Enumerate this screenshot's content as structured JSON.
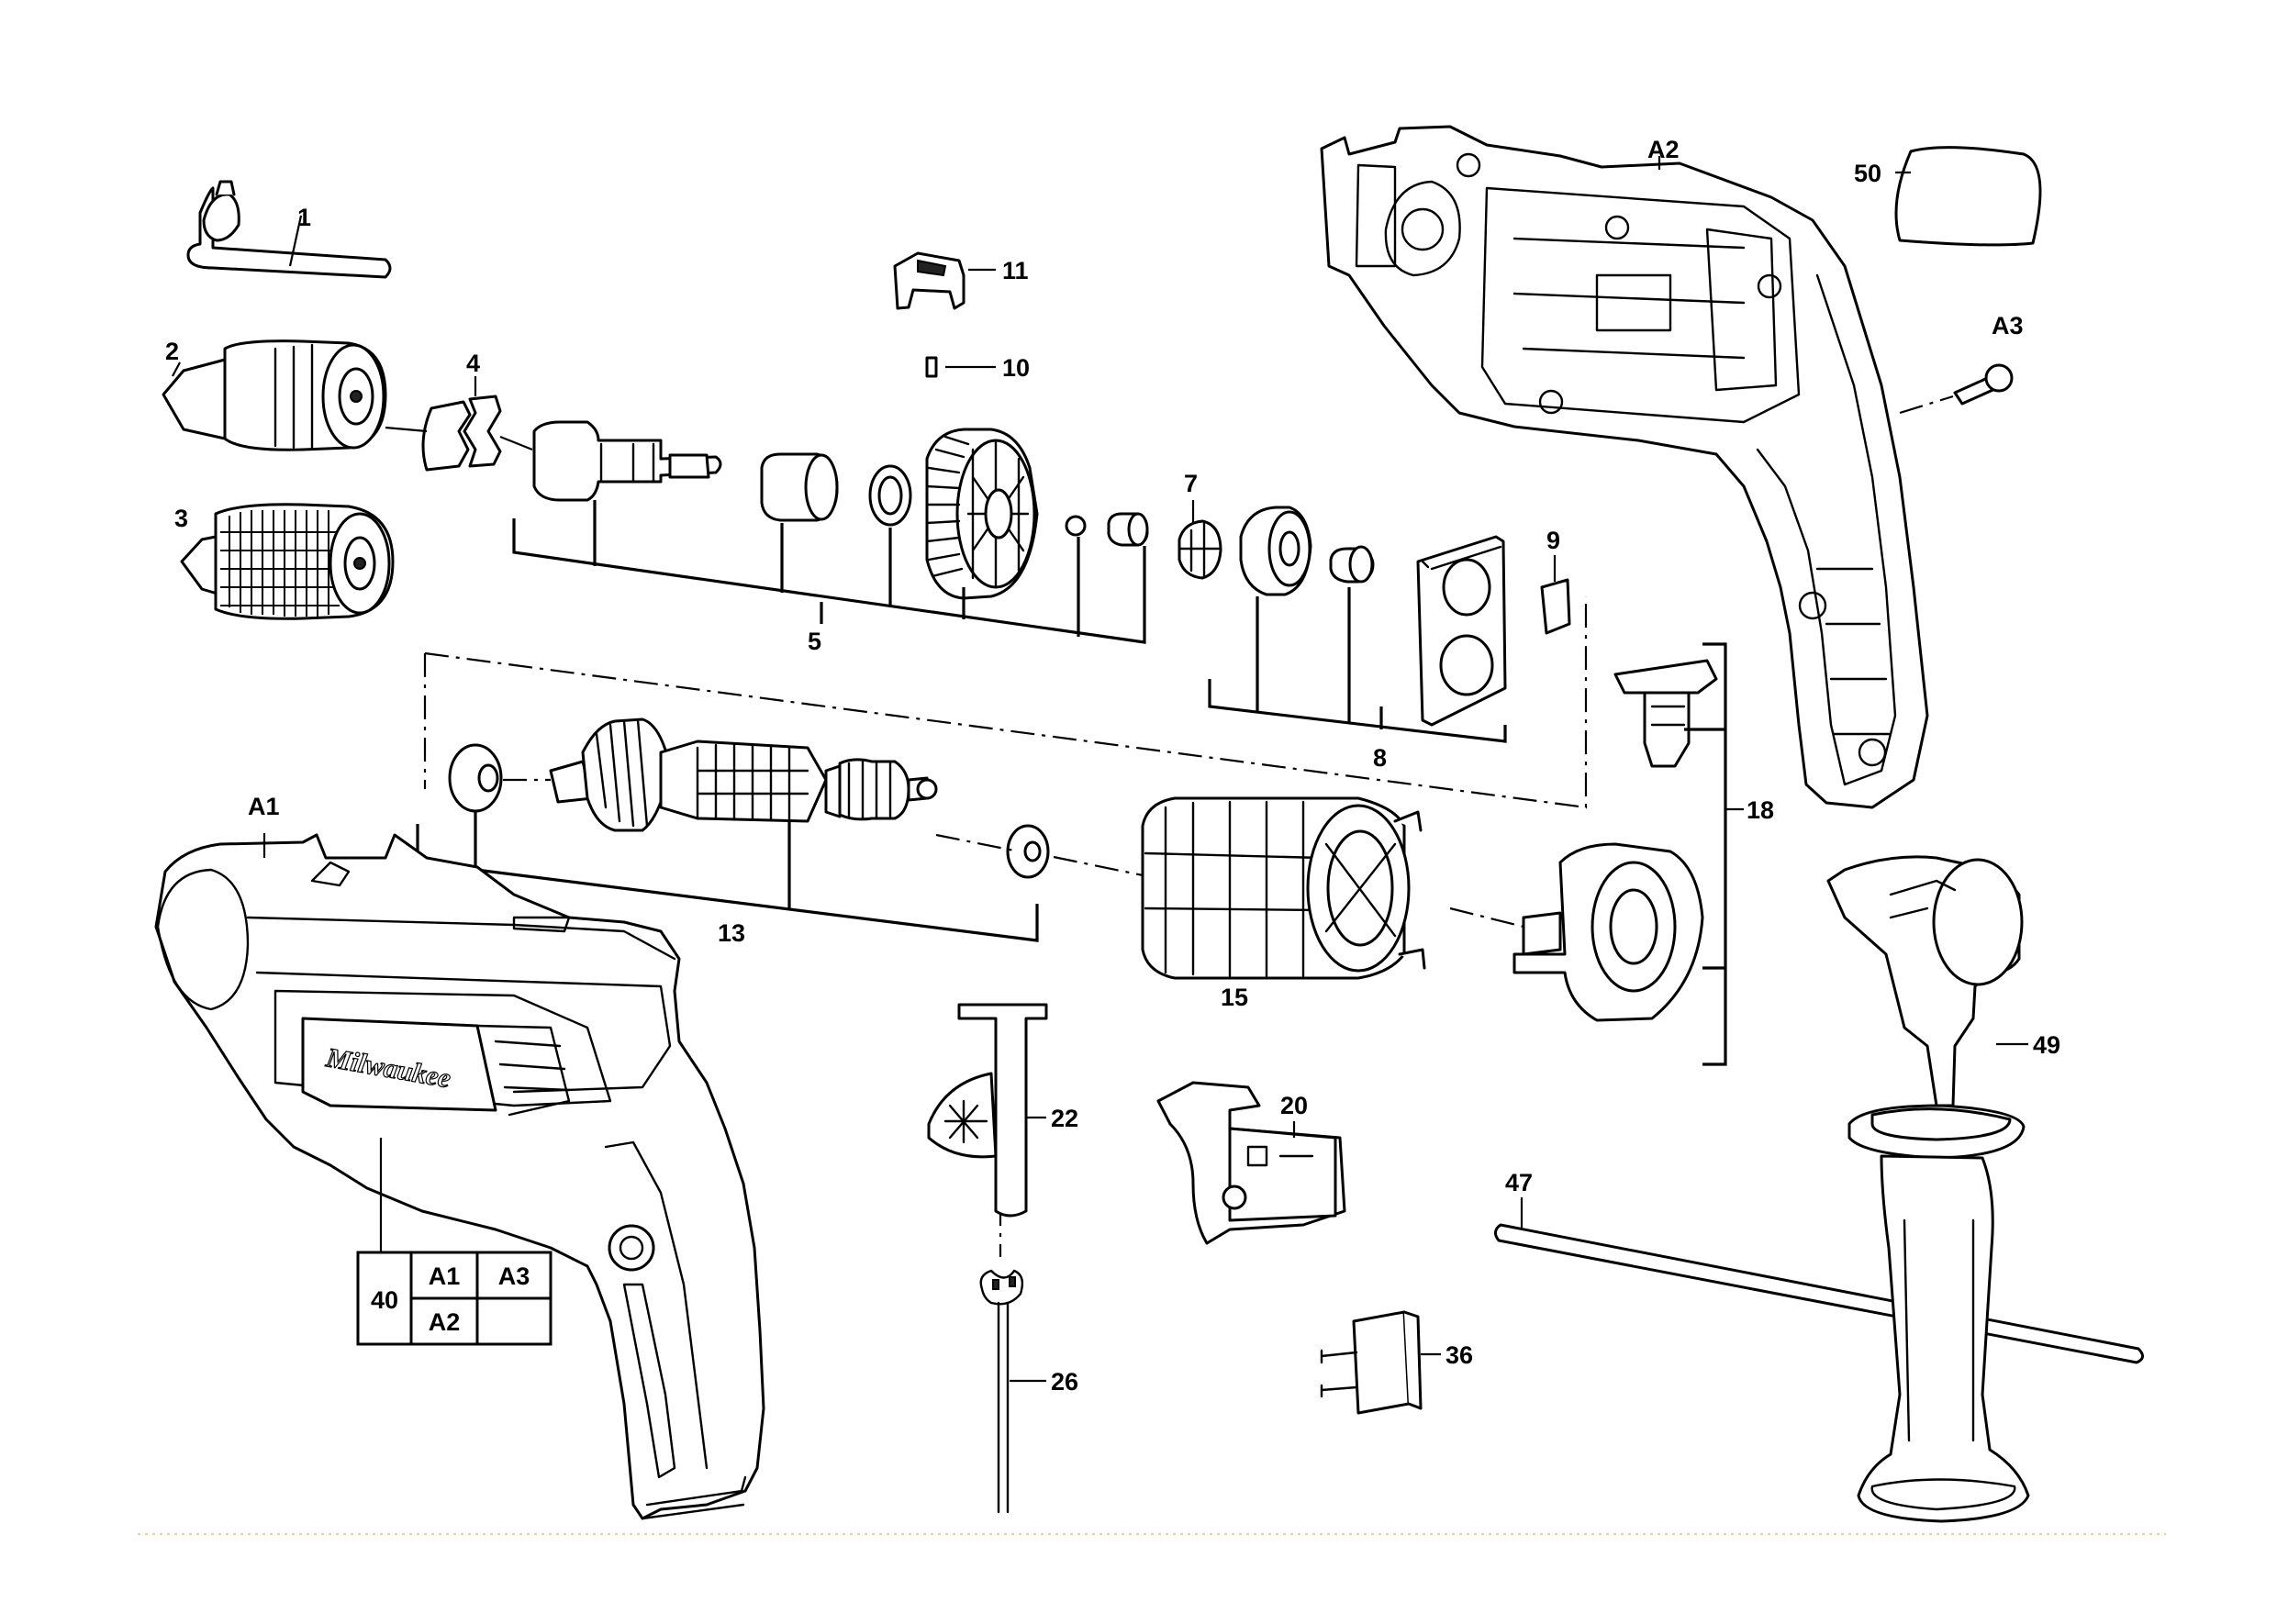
{
  "callouts": {
    "c1": "1",
    "c2": "2",
    "c3": "3",
    "c4": "4",
    "c5": "5",
    "c7": "7",
    "c8": "8",
    "c9": "9",
    "c10": "10",
    "c11": "11",
    "c13": "13",
    "c15": "15",
    "c18": "18",
    "c20": "20",
    "c22": "22",
    "c26": "26",
    "c36": "36",
    "c47": "47",
    "c49": "49",
    "c50": "50",
    "cA1": "A1",
    "cA2": "A2",
    "cA3": "A3"
  },
  "brand_logo": "Milwaukee",
  "kit_table": {
    "label": "40",
    "cells": [
      "A1",
      "A3",
      "A2",
      ""
    ]
  }
}
